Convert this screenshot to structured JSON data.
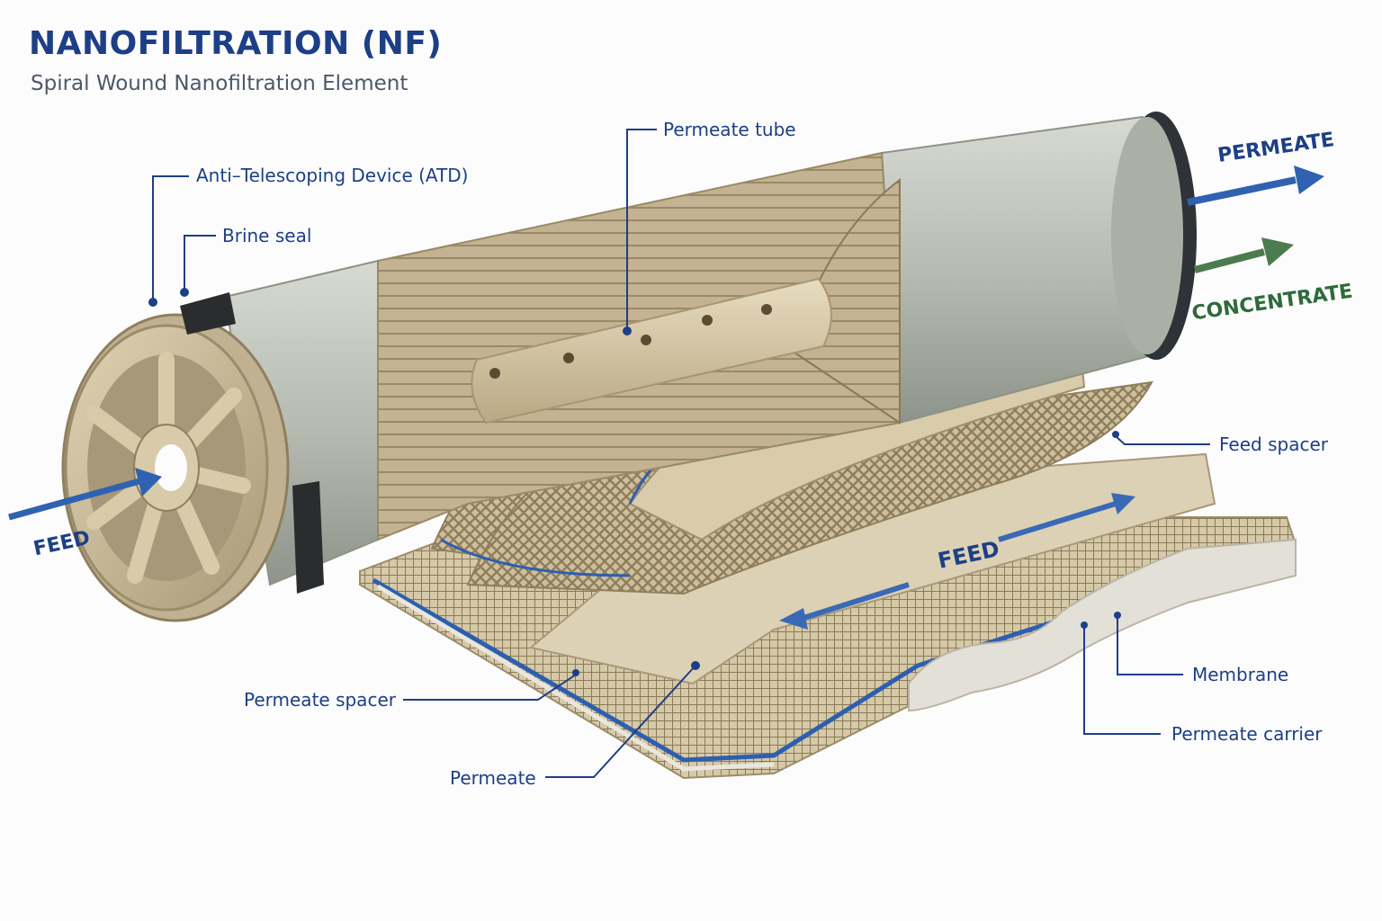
{
  "header": {
    "title": "NANOFILTRATION (NF)",
    "subtitle": "Spiral Wound Nanofiltration Element"
  },
  "labels": {
    "atd": "Anti–Telescoping Device (ATD)",
    "brine_seal": "Brine seal",
    "permeate_tube": "Permeate tube",
    "feed_spacer": "Feed spacer",
    "membrane": "Membrane",
    "permeate_carrier": "Permeate carrier",
    "permeate_spacer": "Permeate spacer",
    "permeate": "Permeate"
  },
  "flows": {
    "feed_in": "FEED",
    "feed_sheet": "FEED",
    "permeate_out": "PERMEATE",
    "concentrate_out": "CONCENTRATE"
  },
  "colors": {
    "label_blue": "#1d3f86",
    "feed_arrow": "#2f62b0",
    "concentrate_green": "#2e6b3a",
    "casing": "#b9bfb5",
    "endcap": "#cdbf9e"
  }
}
